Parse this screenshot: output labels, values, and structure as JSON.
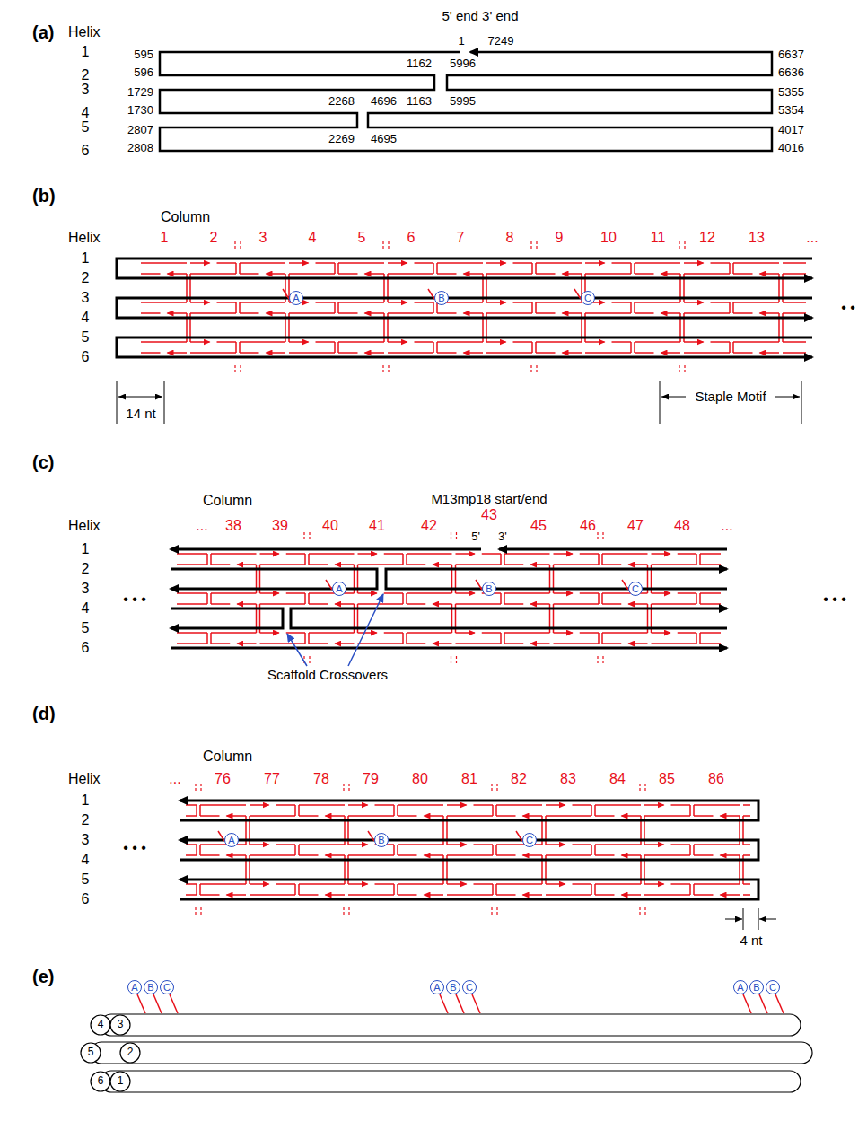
{
  "diagram": {
    "nodes": [
      {
        "text": [
          "A"
        ]
      },
      {
        "text": [
          "B"
        ]
      },
      {
        "text": [
          "C"
        ]
      },
      {
        "text": [
          "A"
        ]
      },
      {
        "text": [
          "B"
        ]
      },
      {
        "text": [
          "C"
        ]
      },
      {
        "text": [
          "A"
        ]
      },
      {
        "text": [
          "B"
        ]
      },
      {
        "text": [
          "C"
        ]
      },
      {
        "text": [
          "A"
        ]
      },
      {
        "text": [
          "B"
        ]
      },
      {
        "text": [
          "C"
        ]
      },
      {
        "text": [
          "A"
        ]
      },
      {
        "text": [
          "B"
        ]
      },
      {
        "text": [
          "C"
        ]
      },
      {
        "text": [
          "A"
        ]
      },
      {
        "text": [
          "B"
        ]
      },
      {
        "text": [
          "C"
        ]
      }
    ],
    "labels": [
      "(a)",
      "Helix",
      "5' end 3' end",
      "1",
      "2",
      "3",
      "4",
      "5",
      "6",
      "1",
      "7249",
      "595",
      "596",
      "1729",
      "1730",
      "2807",
      "2808",
      "6637",
      "6636",
      "5355",
      "5354",
      "4017",
      "4016",
      "1162",
      "5996",
      "1163",
      "5995",
      "2268",
      "4696",
      "2269",
      "4695",
      "(b)",
      "Column",
      "Helix",
      "1",
      "2",
      "3",
      "4",
      "5",
      "6",
      "7",
      "8",
      "9",
      "10",
      "11",
      "12",
      "13",
      "...",
      "1",
      "2",
      "3",
      "4",
      "5",
      "6",
      "• •",
      "14 nt",
      "Staple Motif",
      "(c)",
      "Column",
      "M13mp18 start/end",
      "Helix",
      "...",
      "38",
      "39",
      "40",
      "41",
      "42",
      "43",
      "45",
      "46",
      "47",
      "48",
      "...",
      "5'",
      "3'",
      "1",
      "2",
      "3",
      "4",
      "5",
      "6",
      "• • •",
      "• • •",
      "Scaffold Crossovers",
      "(d)",
      "Column",
      "...",
      "76",
      "77",
      "78",
      "79",
      "80",
      "81",
      "82",
      "83",
      "84",
      "85",
      "86",
      "Helix",
      "1",
      "2",
      "3",
      "4",
      "5",
      "6",
      "• • •",
      "4 nt",
      "(e)",
      "4",
      "3",
      "5",
      "2",
      "6",
      "1"
    ]
  }
}
